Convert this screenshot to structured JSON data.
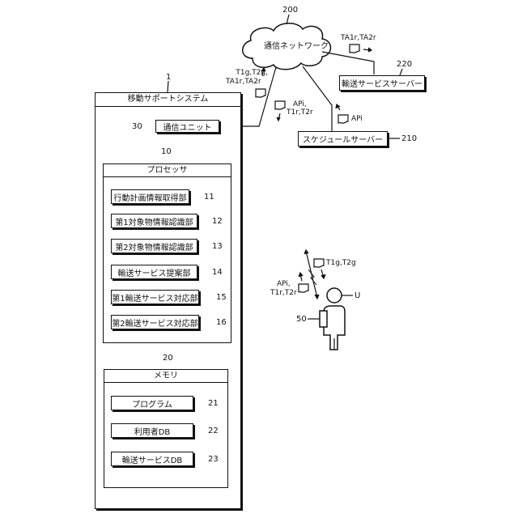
{
  "network": {
    "label": "通信ネットワーク",
    "ref": "200"
  },
  "transport_server": {
    "label": "輸送サービスサーバー",
    "ref": "220"
  },
  "schedule_server": {
    "label": "スケジュールサーバー",
    "ref": "210"
  },
  "system": {
    "title": "移動サポートシステム",
    "ref": "1",
    "comm_unit": {
      "label": "通信ユニット",
      "ref": "30"
    },
    "processor": {
      "title": "プロセッサ",
      "ref": "10",
      "units": [
        {
          "label": "行動計画情報取得部",
          "ref": "11"
        },
        {
          "label": "第1対象物情報認識部",
          "ref": "12"
        },
        {
          "label": "第2対象物情報認識部",
          "ref": "13"
        },
        {
          "label": "輸送サービス提案部",
          "ref": "14"
        },
        {
          "label": "第1輸送サービス対応部",
          "ref": "15"
        },
        {
          "label": "第2輸送サービス対応部",
          "ref": "16"
        }
      ]
    },
    "memory": {
      "title": "メモリ",
      "ref": "20",
      "units": [
        {
          "label": "プログラム",
          "ref": "21"
        },
        {
          "label": "利用者DB",
          "ref": "22"
        },
        {
          "label": "輸送サービスDB",
          "ref": "23"
        }
      ]
    }
  },
  "signals": {
    "ta_to_server": "TA1r,TA2r",
    "to_network_line1": "T1g,T2g,",
    "to_network_line2": "TA1r,TA2r",
    "from_network_line1": "APi,",
    "from_network_line2": "T1r,T2r",
    "schedule_api": "APi",
    "user_in": "T1g,T2g",
    "user_out_line1": "APi,",
    "user_out_line2": "T1r,T2r"
  },
  "user": {
    "ref": "U",
    "device_ref": "50"
  }
}
